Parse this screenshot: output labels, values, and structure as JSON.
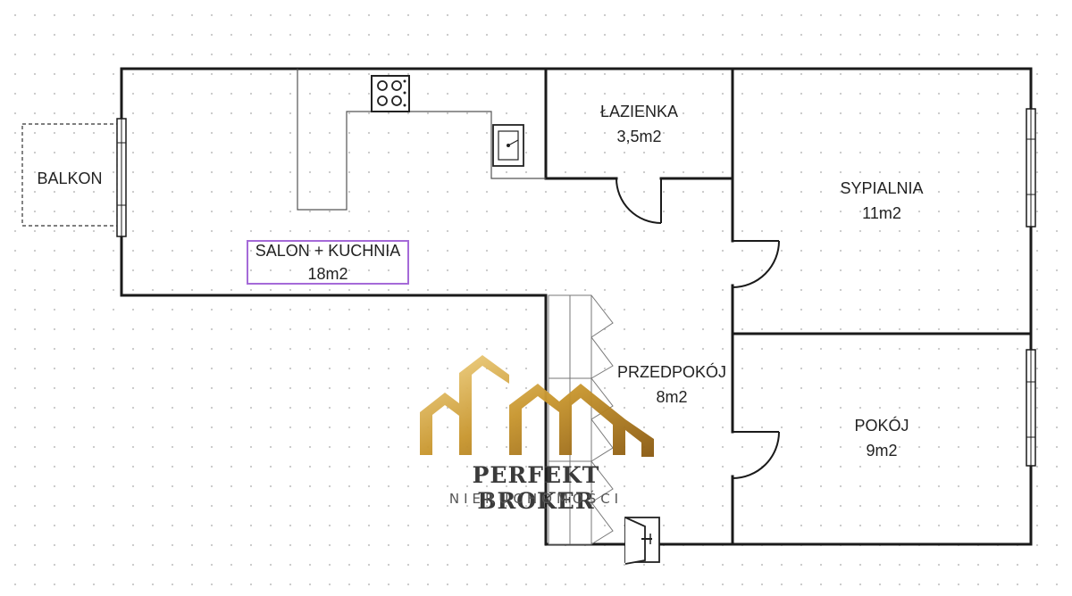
{
  "rooms": {
    "balkon": {
      "name": "BALKON"
    },
    "salon": {
      "name": "SALON + KUCHNIA",
      "area": "18m2"
    },
    "lazienka": {
      "name": "ŁAZIENKA",
      "area": "3,5m2"
    },
    "sypialnia": {
      "name": "SYPIALNIA",
      "area": "11m2"
    },
    "przedpokoj": {
      "name": "PRZEDPOKÓJ",
      "area": "8m2"
    },
    "pokoj": {
      "name": "POKÓJ",
      "area": "9m2"
    }
  },
  "brand": {
    "name": "PERFEKT BROKER",
    "subtitle": "NIERUCHOMOŚCI",
    "logo_color_light": "#f2d58a",
    "logo_color_dark": "#8a5a12"
  },
  "colors": {
    "wall": "#1a1a1a",
    "label_box": "#a56ad8"
  }
}
